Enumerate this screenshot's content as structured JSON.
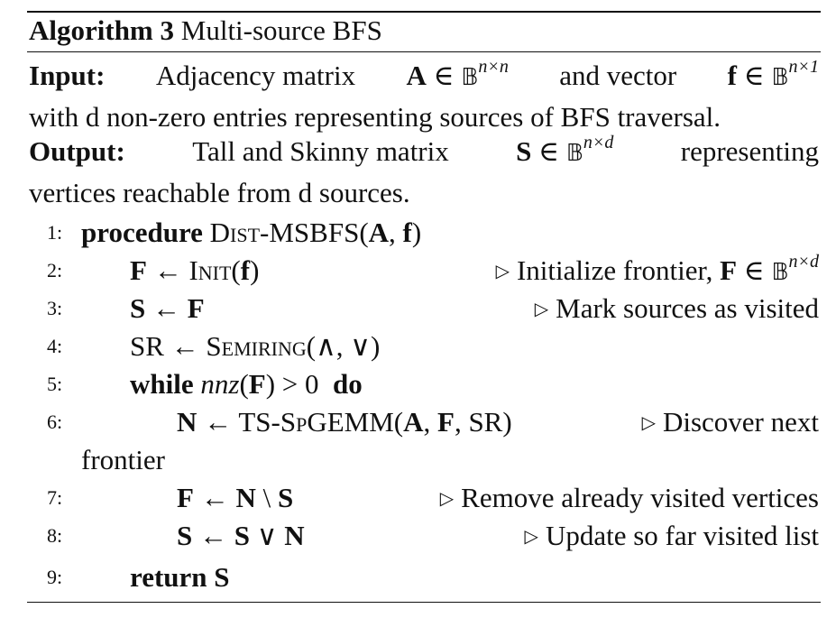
{
  "algorithm": {
    "label": "Algorithm 3",
    "title": "Multi-source BFS"
  },
  "input": {
    "label": "Input:",
    "line1_a": "Adjacency matrix",
    "line1_b": "and vector",
    "line2": "with d non-zero entries representing sources of BFS traversal."
  },
  "output": {
    "label": "Output:",
    "line1_a": "Tall and Skinny matrix",
    "line1_b": "representing",
    "line2": "vertices reachable from d sources."
  },
  "lines": [
    {
      "num": "1:",
      "comment": ""
    },
    {
      "num": "2:",
      "comment": "Initialize frontier,"
    },
    {
      "num": "3:",
      "comment": "Mark sources as visited"
    },
    {
      "num": "4:",
      "comment": ""
    },
    {
      "num": "5:",
      "comment": ""
    },
    {
      "num": "6:",
      "comment": "Discover next"
    },
    {
      "num": "",
      "comment": ""
    },
    {
      "num": "7:",
      "comment": "Remove already visited vertices"
    },
    {
      "num": "8:",
      "comment": "Update so far visited list"
    },
    {
      "num": "9:",
      "comment": ""
    }
  ],
  "keywords": {
    "procedure": "procedure",
    "while": "while",
    "do": "do",
    "return": "return",
    "frontier_cont": "frontier"
  }
}
